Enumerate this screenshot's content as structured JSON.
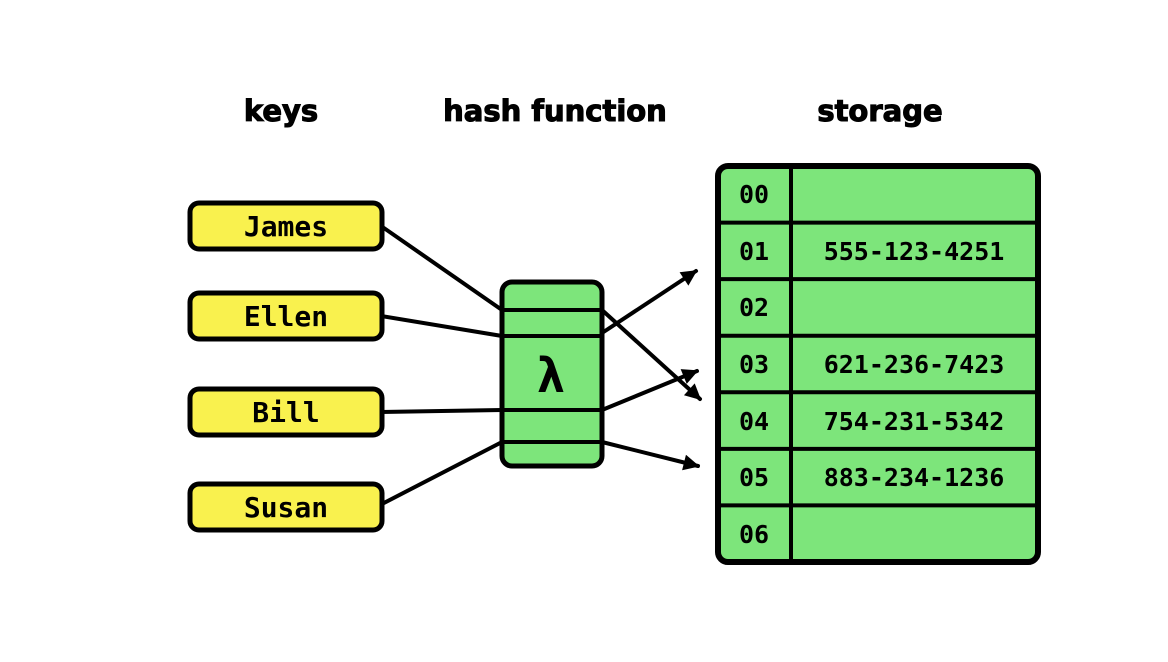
{
  "headers": {
    "keys": "keys",
    "hash_function": "hash function",
    "storage": "storage"
  },
  "keys": [
    {
      "label": "James"
    },
    {
      "label": "Ellen"
    },
    {
      "label": "Bill"
    },
    {
      "label": "Susan"
    }
  ],
  "hash": {
    "symbol": "λ"
  },
  "storage": {
    "rows": [
      {
        "index": "00",
        "value": ""
      },
      {
        "index": "01",
        "value": "555-123-4251"
      },
      {
        "index": "02",
        "value": ""
      },
      {
        "index": "03",
        "value": "621-236-7423"
      },
      {
        "index": "04",
        "value": "754-231-5342"
      },
      {
        "index": "05",
        "value": "883-234-1236"
      },
      {
        "index": "06",
        "value": ""
      }
    ]
  },
  "mappings": [
    {
      "key": "James",
      "slot": "04"
    },
    {
      "key": "Ellen",
      "slot": "01"
    },
    {
      "key": "Bill",
      "slot": "03"
    },
    {
      "key": "Susan",
      "slot": "05"
    }
  ],
  "colors": {
    "key_fill": "#F9F14E",
    "cell_fill": "#7DE57B",
    "stroke": "#000000",
    "background": "#FFFFFF"
  }
}
